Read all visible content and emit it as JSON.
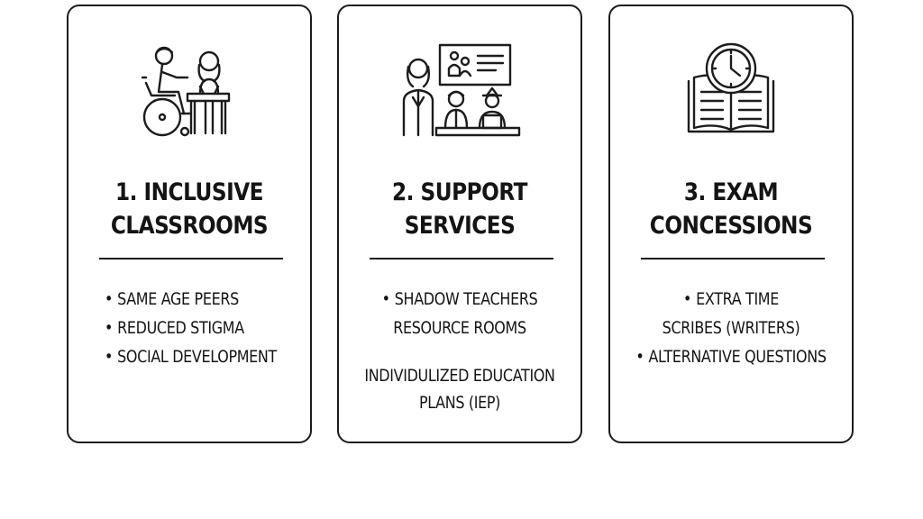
{
  "cards": [
    {
      "title_line_1": "1. INCLUSIVE",
      "title_line_2": "CLASSROOMS",
      "icon": "wheelchair-student-classroom-icon",
      "points": [
        {
          "bullet": "•",
          "text": "SAME AGE PEERS"
        },
        {
          "bullet": "•",
          "text": "REDUCED STIGMA"
        },
        {
          "bullet": "•",
          "text": "SOCIAL DEVELOPMENT"
        }
      ]
    },
    {
      "title_line_1": "2. SUPPORT",
      "title_line_2": "SERVICES",
      "icon": "teacher-students-board-icon",
      "points": [
        {
          "bullet": "•",
          "text": "SHADOW TEACHERS"
        },
        {
          "bullet": "",
          "text": "RESOURCE ROOMS"
        }
      ],
      "extra_line_1": "INDIVIDULIZED EDUCATION",
      "extra_line_2": "PLANS (IEP)"
    },
    {
      "title_line_1": "3. EXAM",
      "title_line_2": "CONCESSIONS",
      "icon": "clock-open-book-icon",
      "points": [
        {
          "bullet": "•",
          "text": "EXTRA TIME"
        },
        {
          "bullet": "",
          "text": "SCRIBES (WRITERS)"
        },
        {
          "bullet": "•",
          "text": "ALTERNATIVE QUESTIONS"
        }
      ]
    }
  ],
  "colors": {
    "stroke": "#1c1c1c",
    "text": "#141414",
    "background": "#ffffff"
  }
}
